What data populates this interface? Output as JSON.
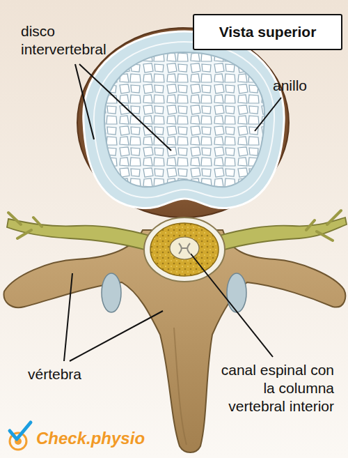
{
  "diagram": {
    "title": "Vista superior",
    "labels": [
      "disco intervertebral",
      "anillo",
      "vértebra",
      "canal espinal con la columna vertebral interior",
      "Check.physio"
    ]
  }
}
